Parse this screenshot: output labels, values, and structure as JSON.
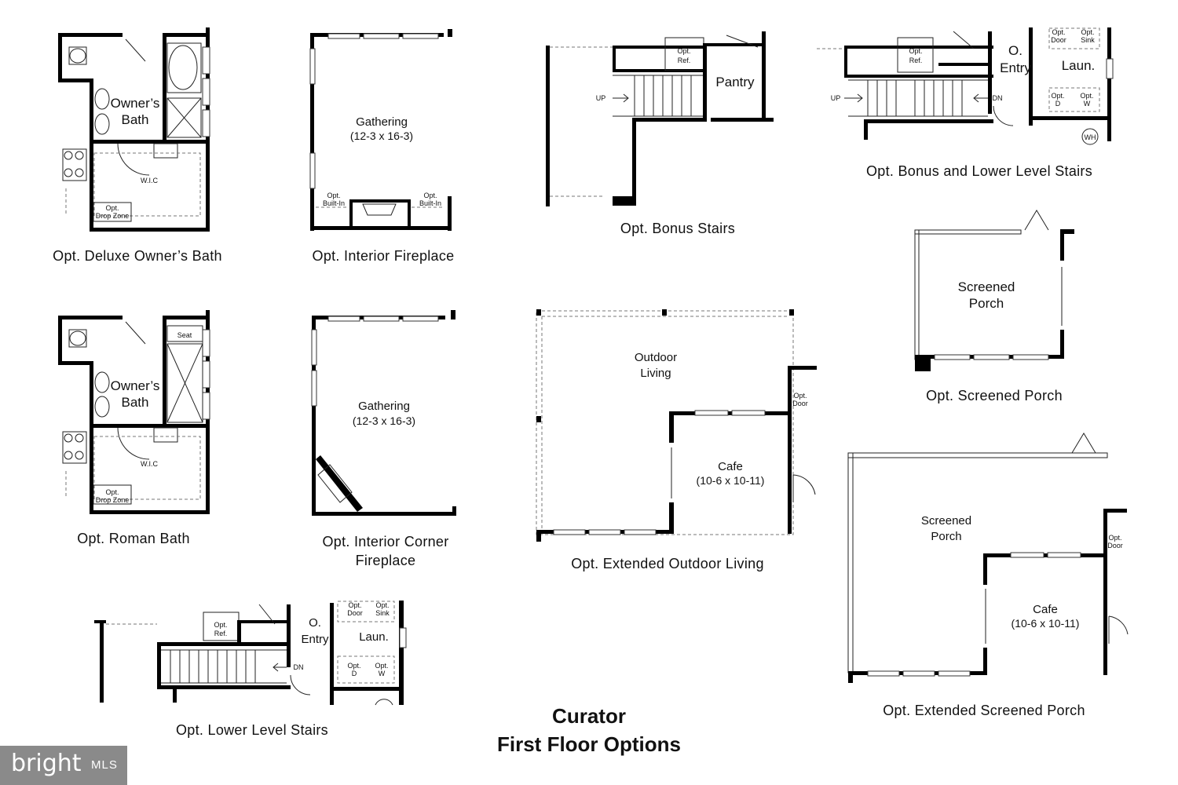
{
  "plans": {
    "deluxe_bath": {
      "caption": "Opt. Deluxe Owner’s Bath",
      "room_line1": "Owner’s",
      "room_line2": "Bath",
      "wic": "W.I.C",
      "drop_zone_1": "Opt.",
      "drop_zone_2": "Drop Zone"
    },
    "interior_fireplace": {
      "caption": "Opt. Interior Fireplace",
      "room": "Gathering",
      "dims": "(12-3 x 16-3)",
      "builtin_opt": "Opt.",
      "builtin": "Built-In"
    },
    "bonus_stairs": {
      "caption": "Opt. Bonus Stairs",
      "pantry": "Pantry",
      "ref_1": "Opt.",
      "ref_2": "Ref.",
      "up": "UP"
    },
    "bonus_lower_stairs": {
      "caption": "Opt. Bonus and Lower Level Stairs",
      "entry_1": "O.",
      "entry_2": "Entry",
      "laun": "Laun.",
      "up": "UP",
      "dn": "DN",
      "ref_1": "Opt.",
      "ref_2": "Ref.",
      "door_1": "Opt.",
      "door_2": "Door",
      "sink_1": "Opt.",
      "sink_2": "Sink",
      "d_1": "Opt.",
      "d_2": "D",
      "w_1": "Opt.",
      "w_2": "W",
      "wh": "WH"
    },
    "screened_porch": {
      "caption": "Opt. Screened Porch",
      "room_line1": "Screened",
      "room_line2": "Porch"
    },
    "roman_bath": {
      "caption": "Opt. Roman Bath",
      "room_line1": "Owner’s",
      "room_line2": "Bath",
      "seat": "Seat",
      "wic": "W.I.C",
      "drop_zone_1": "Opt.",
      "drop_zone_2": "Drop Zone"
    },
    "corner_fireplace": {
      "caption_1": "Opt. Interior Corner",
      "caption_2": "Fireplace",
      "room": "Gathering",
      "dims": "(12-3 x 16-3)"
    },
    "extended_outdoor": {
      "caption": "Opt. Extended Outdoor Living",
      "room_line1": "Outdoor",
      "room_line2": "Living",
      "cafe": "Cafe",
      "cafe_dims": "(10-6 x 10-11)",
      "door_1": "Opt.",
      "door_2": "Door"
    },
    "extended_screened": {
      "caption": "Opt. Extended Screened Porch",
      "room_line1": "Screened",
      "room_line2": "Porch",
      "cafe": "Cafe",
      "cafe_dims": "(10-6 x 10-11)",
      "door_1": "Opt.",
      "door_2": "Door"
    },
    "lower_stairs": {
      "caption": "Opt. Lower Level Stairs",
      "entry_1": "O.",
      "entry_2": "Entry",
      "laun": "Laun.",
      "dn": "DN",
      "ref_1": "Opt.",
      "ref_2": "Ref.",
      "door_1": "Opt.",
      "door_2": "Door",
      "sink_1": "Opt.",
      "sink_2": "Sink",
      "d_1": "Opt.",
      "d_2": "D",
      "w_1": "Opt.",
      "w_2": "W"
    }
  },
  "title_line1": "Curator",
  "title_line2": "First Floor Options",
  "logo": {
    "brand": "bright",
    "suffix": "MLS"
  }
}
